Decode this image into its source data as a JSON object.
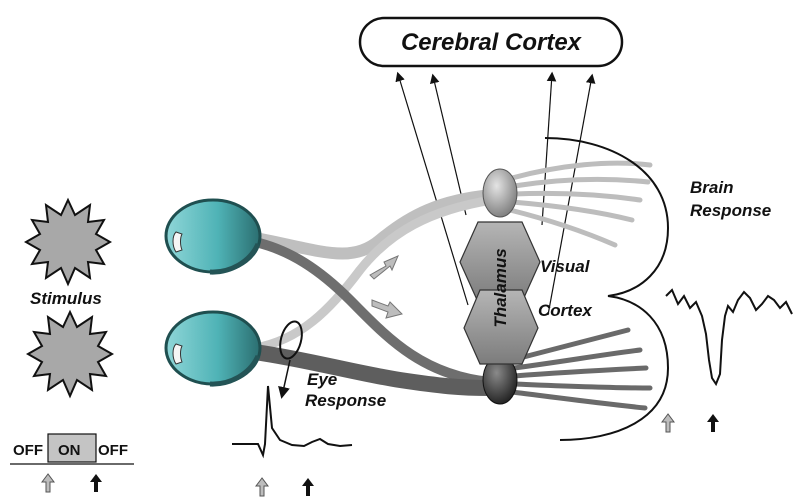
{
  "labels": {
    "cortex": "Cerebral Cortex",
    "brain_response_1": "Brain",
    "brain_response_2": "Response",
    "stimulus": "Stimulus",
    "eye_response_1": "Eye",
    "eye_response_2": "Response",
    "thalamus": "Thalamus",
    "visual_cortex_1": "Visual",
    "visual_cortex_2": "Cortex"
  },
  "stimulus_control": {
    "off_left": "OFF",
    "on": "ON",
    "off_right": "OFF"
  },
  "colors": {
    "eye_fill": "#4fb3b6",
    "optic_light": "#bfbfbf",
    "optic_dark": "#6e6e6e",
    "stimulus_fill": "#a8a8a8",
    "thalamus_fill": "#9a9a9a",
    "arrow_gray": "#b8b8b8"
  },
  "icons": [
    "stimulus-star-icon",
    "eye-icon",
    "up-arrow-icon",
    "callout-ring-icon"
  ]
}
